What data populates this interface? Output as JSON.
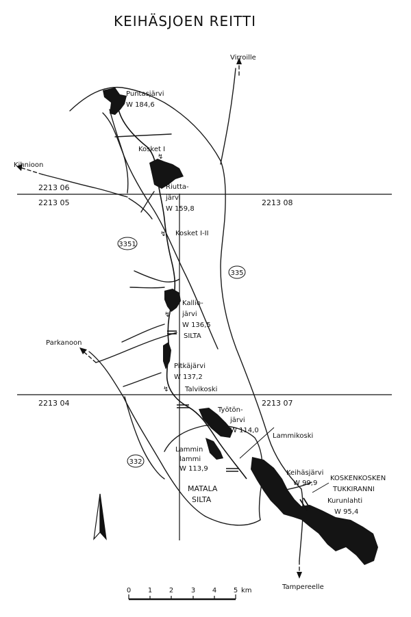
{
  "title": "KEIHÄSJOEN REITTI",
  "directions": {
    "north": "Virroille",
    "west": "Kihnioon",
    "southwest": "Parkanoon",
    "south": "Tampereelle"
  },
  "sheets": {
    "nw": "2213 06",
    "w": "2213 05",
    "e": "2213 08",
    "sw": "2213 04",
    "se": "2213 07"
  },
  "roads": {
    "r3351": "3351",
    "r335": "335",
    "r332": "332"
  },
  "places": {
    "puntasjarvi": "Puntasjärvi",
    "puntasjarvi_w": "W 184,6",
    "kosket1": "Kosket I",
    "riutta1": "Riutta-",
    "riutta2": "järvi",
    "riutta_w": "W 159,8",
    "kosket12": "Kosket I-II",
    "kallio1": "Kallio-",
    "kallio2": "järvi",
    "kallio_w": "W 136,5",
    "silta": "SILTA",
    "pitkajarvi": "Pitkäjärvi",
    "pitkajarvi_w": "W 137,2",
    "talvikoski": "Talvikoski",
    "tyoton1": "Työtön-",
    "tyoton2": "järvi",
    "tyoton_w": "W 114,0",
    "lammikoski": "Lammikoski",
    "lammin1": "Lammin",
    "lammin2": "lammi",
    "lammin_w": "W 113,9",
    "matala": "MATALA",
    "matala_silta": "SILTA",
    "keihasjarvi": "Keihäsjärvi",
    "keihasjarvi_w": "W 99,9",
    "koskenkosken": "KOSKENKOSKEN",
    "tukkiranni": "TUKKIRANNI",
    "kurunlahti": "Kurunlahti",
    "kurunlahti_w": "W 95,4"
  },
  "scale": {
    "ticks": [
      "0",
      "1",
      "2",
      "3",
      "4",
      "5"
    ],
    "unit": "km"
  },
  "north_arrow": "north-arrow-icon"
}
